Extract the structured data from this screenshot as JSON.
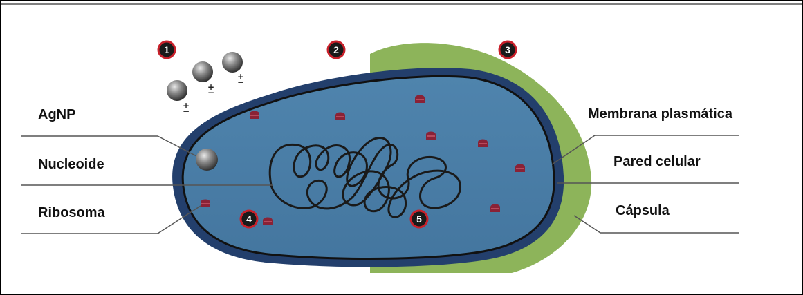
{
  "labels": {
    "agnp": "AgNP",
    "nucleoide": "Nucleoide",
    "ribosoma": "Ribosoma",
    "membrana": "Membrana plasmática",
    "pared": "Pared celular",
    "capsula": "Cápsula"
  },
  "markers": [
    "1",
    "2",
    "3",
    "4",
    "5"
  ],
  "charges": {
    "plus": "+",
    "minus": "−"
  },
  "colors": {
    "capsule": "#8db45a",
    "cell_wall": "#233f6c",
    "cytoplasm": "#4b7ea8",
    "membrane": "#111111",
    "ribosome": "#8a2236",
    "marker_fill": "#1a1a1a",
    "marker_ring": "#c8202a",
    "leader_line": "#555555"
  }
}
